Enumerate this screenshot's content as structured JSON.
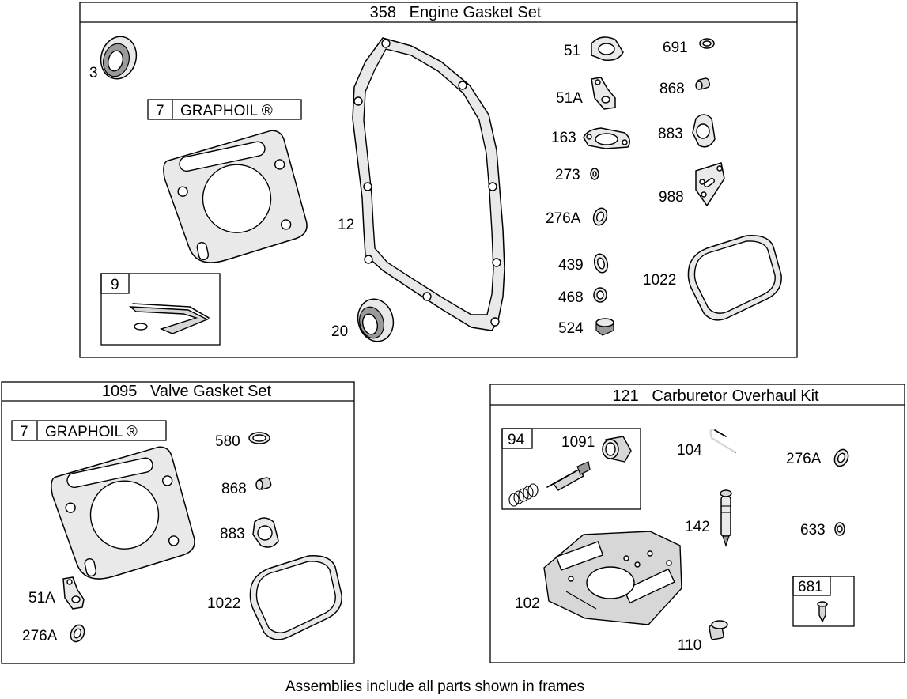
{
  "engine_gasket_set": {
    "title": "358   Engine Gasket Set",
    "graphoil_no": "7",
    "graphoil_text": "GRAPHOIL ®",
    "sub_kit_no": "9",
    "labels": {
      "p3": "3",
      "p12": "12",
      "p20": "20",
      "p51": "51",
      "p51a": "51A",
      "p163": "163",
      "p273": "273",
      "p276a": "276A",
      "p439": "439",
      "p468": "468",
      "p524": "524",
      "p691": "691",
      "p868": "868",
      "p883": "883",
      "p988": "988",
      "p1022": "1022"
    }
  },
  "valve_gasket_set": {
    "title": "1095   Valve Gasket Set",
    "graphoil_no": "7",
    "graphoil_text": "GRAPHOIL ®",
    "labels": {
      "p580": "580",
      "p868": "868",
      "p883": "883",
      "p1022": "1022",
      "p51a": "51A",
      "p276a": "276A"
    }
  },
  "carburetor_overhaul_kit": {
    "title": "121   Carburetor Overhaul Kit",
    "sub_kit_no": "94",
    "sub_kit2_no": "681",
    "labels": {
      "p1091": "1091",
      "p104": "104",
      "p276a": "276A",
      "p142": "142",
      "p633": "633",
      "p102": "102",
      "p110": "110"
    }
  },
  "footer": "Assemblies include all parts shown in frames"
}
